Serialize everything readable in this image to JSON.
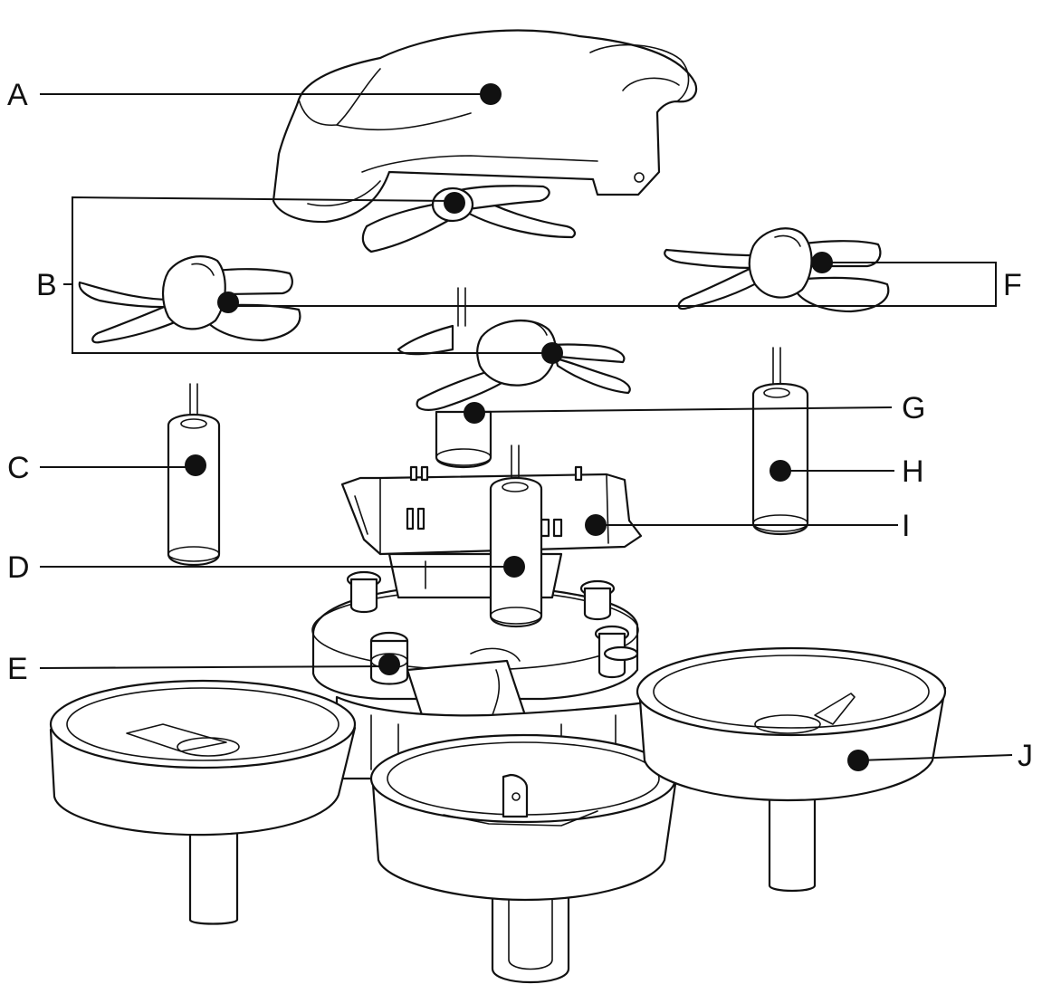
{
  "callouts": [
    {
      "id": "A",
      "label": "A"
    },
    {
      "id": "B",
      "label": "B"
    },
    {
      "id": "C",
      "label": "C"
    },
    {
      "id": "D",
      "label": "D"
    },
    {
      "id": "E",
      "label": "E"
    },
    {
      "id": "F",
      "label": "F"
    },
    {
      "id": "G",
      "label": "G"
    },
    {
      "id": "H",
      "label": "H"
    },
    {
      "id": "I",
      "label": "I"
    },
    {
      "id": "J",
      "label": "J"
    }
  ],
  "colors": {
    "ink": "#111111",
    "background": "#ffffff"
  }
}
